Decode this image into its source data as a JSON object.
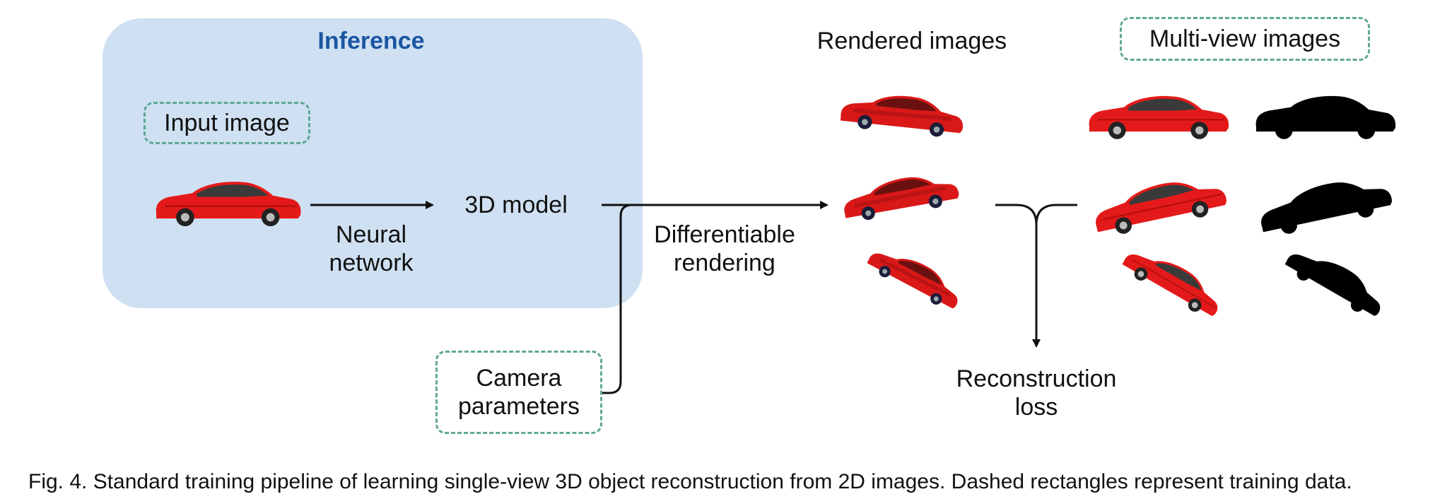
{
  "inference": {
    "title": "Inference",
    "input_image_label": "Input image",
    "model_label": "3D model",
    "network_label_line1": "Neural",
    "network_label_line2": "network"
  },
  "camera": {
    "line1": "Camera",
    "line2": "parameters"
  },
  "rendering": {
    "line1": "Differentiable",
    "line2": "rendering"
  },
  "rendered_images_label": "Rendered images",
  "multi_view_label": "Multi-view images",
  "loss": {
    "line1": "Reconstruction",
    "line2": "loss"
  },
  "caption": "Fig. 4. Standard training pipeline of learning single-view 3D object reconstruction from 2D images. Dashed rectangles represent training data.",
  "colors": {
    "inference_fill": "#cfe0f2",
    "inference_title": "#1a57a3",
    "dashed_border": "#5fa898",
    "car_body": "#e41a1a",
    "arrow": "#111111"
  },
  "icons": [
    "car-image",
    "car-silhouette"
  ]
}
